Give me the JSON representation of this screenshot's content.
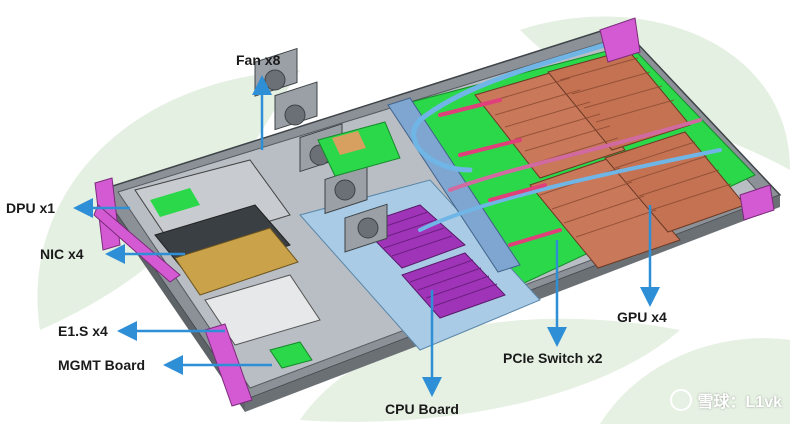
{
  "labels": {
    "fan": "Fan x8",
    "dpu": "DPU x1",
    "nic": "NIC x4",
    "e1s": "E1.S x4",
    "mgmt": "MGMT Board",
    "cpu": "CPU Board",
    "pcie": "PCIe Switch x2",
    "gpu": "GPU x4"
  },
  "watermark": "雪球：L1vk",
  "colors": {
    "arrow": "#2f8fd6",
    "leaf": "#e3efe0",
    "chassis": "#6f747a",
    "chassis_light": "#b7bcc2",
    "board_green": "#2bd84a",
    "board_blue": "#a8cbe6",
    "gpu_copper": "#c9785a",
    "cpu_purple": "#a133b8",
    "handle_magenta": "#d45ad4",
    "pipe_blue": "#6fb6e6",
    "pipe_pink": "#e0407a"
  }
}
